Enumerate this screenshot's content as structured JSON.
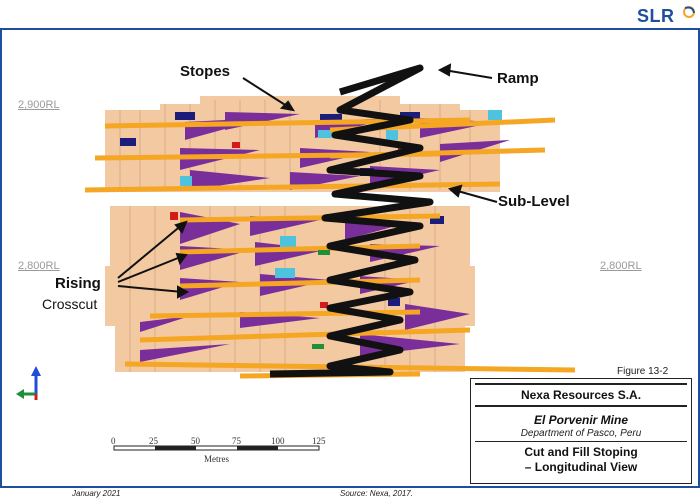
{
  "logo": {
    "text": "SLR"
  },
  "labels": {
    "stopes": "Stopes",
    "ramp": "Ramp",
    "sub_level": "Sub-Level",
    "rising": "Rising",
    "crosscut": "Crosscut",
    "rl_2900": "2,900RL",
    "rl_2800_left": "2,800RL",
    "rl_2800_right": "2,800RL"
  },
  "figure": "Figure 13-2",
  "title_block": {
    "company": "Nexa Resources S.A.",
    "mine": "El Porvenir Mine",
    "department": "Department of Pasco, Peru",
    "title_line1": "Cut and Fill Stoping",
    "title_line2": "– Longitudinal View"
  },
  "scale_bar": {
    "ticks": [
      "0",
      "25",
      "50",
      "75",
      "100",
      "125"
    ],
    "unit": "Metres"
  },
  "footer": {
    "date": "January 2021",
    "source": "Source: Nexa, 2017."
  },
  "colors": {
    "stope_purple": "#7a2e9a",
    "sublevel_orange": "#f5a623",
    "fill_tan": "#f3c9a2",
    "ramp_black": "#111111",
    "ore_navy": "#1c1c7a",
    "cyan": "#4fc3dd",
    "brand_blue": "#1f4e9e"
  }
}
